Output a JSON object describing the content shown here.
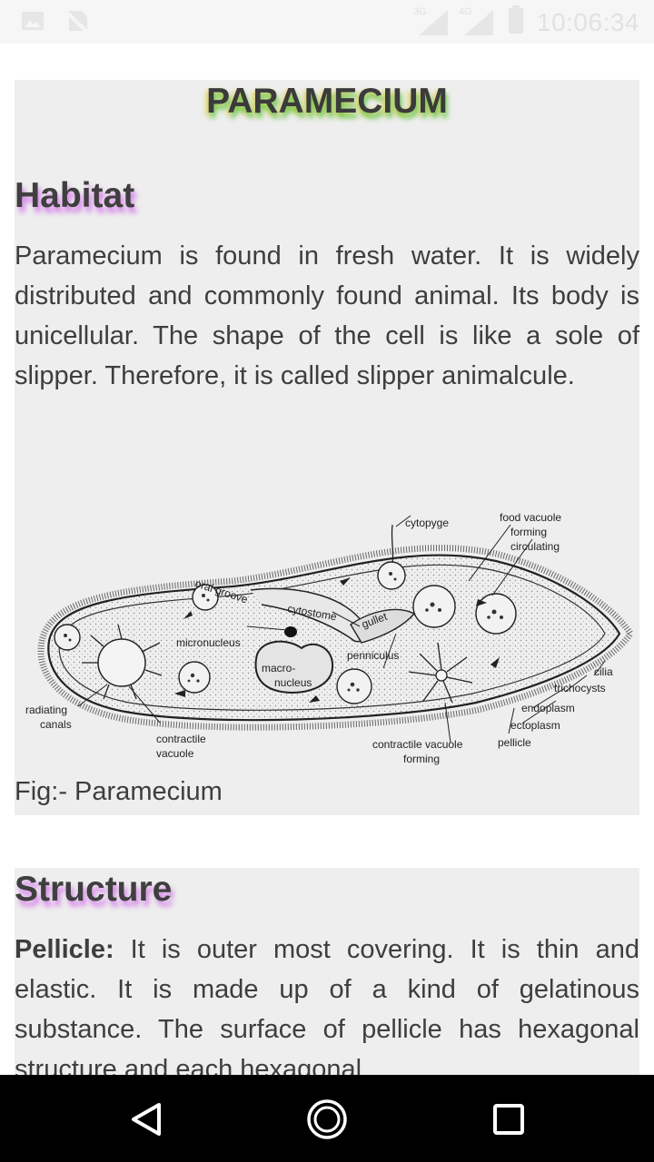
{
  "status_bar": {
    "time": "10:06:34",
    "network_labels": [
      "3G",
      "4G"
    ],
    "icons": [
      "gallery-icon",
      "no-sim-icon",
      "signal-icon",
      "signal-icon",
      "battery-icon"
    ]
  },
  "article": {
    "title": "PARAMECIUM",
    "habitat": {
      "heading": "Habitat",
      "text": "Paramecium is found in fresh water. It is widely distributed and commonly found animal. Its body is unicellular. The shape of the cell is like a sole of slipper. Therefore, it is called slipper animalcule."
    },
    "figure": {
      "labels": {
        "cytopyge": "cytopyge",
        "food_vacuole_forming": "food vacuole",
        "forming": "forming",
        "circulating": "circulating",
        "oral_groove": "oral groove",
        "cytostome": "cytostome",
        "gullet": "gullet",
        "micronucleus": "micronucleus",
        "macro": "macro-",
        "nucleus": "nucleus",
        "penniculus": "penniculus",
        "cilia": "cilia",
        "trichocysts": "trichocysts",
        "endoplasm": "endoplasm",
        "ectoplasm": "ectoplasm",
        "pellicle": "pellicle",
        "radiating": "radiating",
        "canals": "canals",
        "contractile": "contractile",
        "vacuole": "vacuole",
        "contractile_vacuole": "contractile vacuole",
        "cv_forming": "forming"
      },
      "caption": "Fig:- Paramecium"
    },
    "structure": {
      "heading": "Structure",
      "term": "Pellicle:",
      "text": " It is outer most covering. It is thin and elastic. It is made up of a kind of gelatinous substance. The surface of pellicle has hexagonal structure and each hexagonal"
    }
  },
  "nav_bar": {
    "buttons": [
      "back",
      "home",
      "recents"
    ]
  },
  "colors": {
    "card_bg": "#eeeeee",
    "text": "#3e3e3e",
    "title_glow": "#46be28",
    "heading_glow": "#c846e6"
  }
}
